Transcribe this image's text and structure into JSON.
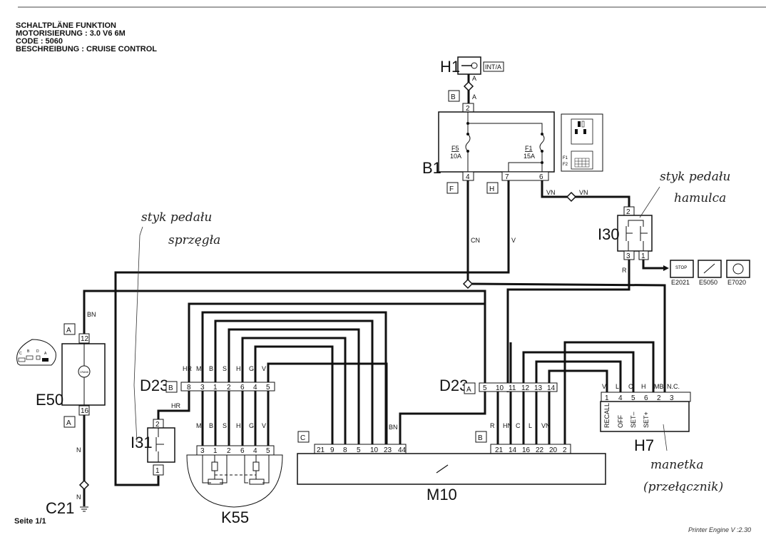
{
  "header": {
    "line1": "SCHALTPLÄNE FUNKTION",
    "line2": "MOTORISIERUNG : 3.0 V6 6M",
    "line3": "CODE : 5060",
    "line4": "BESCHREIBUNG : CRUISE CONTROL"
  },
  "components": {
    "H1": {
      "label": "H1",
      "tag": "INT/A"
    },
    "B1": {
      "label": "B1",
      "connector_top": "B",
      "pin_top": "2",
      "fuse_left": "F5",
      "fuse_left_rating": "10A",
      "fuse_right": "F1",
      "fuse_right_rating": "15A",
      "pins_bottom": [
        "4",
        "7",
        "6"
      ],
      "conn_f": "F",
      "conn_h": "H"
    },
    "I30": {
      "label": "I30",
      "pin_top": "2",
      "pins_bottom": [
        "3",
        "1"
      ]
    },
    "E50": {
      "label": "E50",
      "conn": "A",
      "pin_top": "12",
      "pin_bottom": "16",
      "icon_text": "CRANK",
      "plug_pins": [
        "C",
        "B",
        "D",
        "A"
      ]
    },
    "C21": {
      "label": "C21"
    },
    "I31": {
      "label": "I31",
      "pin_top": "2",
      "pin_bottom": "1"
    },
    "D23B": {
      "label": "D23",
      "conn": "B",
      "pins": [
        "8",
        "3",
        "1",
        "2",
        "6",
        "4",
        "5"
      ],
      "wires": [
        "HR",
        "M",
        "B",
        "S",
        "H",
        "G",
        "V"
      ]
    },
    "D23A": {
      "label": "D23",
      "conn": "A",
      "pins": [
        "5",
        "10",
        "11",
        "12",
        "13",
        "14"
      ]
    },
    "K55": {
      "label": "K55",
      "pins": [
        "3",
        "1",
        "2",
        "6",
        "4",
        "5"
      ],
      "wires": [
        "M",
        "B",
        "S",
        "H",
        "G",
        "V"
      ]
    },
    "M10": {
      "label": "M10",
      "connC": "C",
      "pinsC": [
        "21",
        "9",
        "8",
        "5",
        "10",
        "23",
        "44"
      ],
      "connB": "B",
      "pinsB": [
        "21",
        "14",
        "16",
        "22",
        "20",
        "2"
      ],
      "wiresB": [
        "R",
        "HN",
        "C",
        "L",
        "VN"
      ],
      "wireC": "BN"
    },
    "H7": {
      "label": "H7",
      "pins": [
        "1",
        "4",
        "5",
        "6",
        "2",
        "3"
      ],
      "wires": [
        "V",
        "L",
        "C",
        "H",
        "MB",
        "N.C."
      ],
      "functions": [
        "RECALL",
        "OFF",
        "SET–",
        "SET+"
      ]
    },
    "E2021": {
      "label": "E2021",
      "icon_text": "STOP"
    },
    "E5050": {
      "label": "E5050"
    },
    "E7020": {
      "label": "E7020"
    }
  },
  "wire_labels": {
    "h1_a_top": "A",
    "h1_a_bot": "A",
    "cn": "CN",
    "v": "V",
    "vn1": "VN",
    "vn2": "VN",
    "r": "R",
    "bn": "BN",
    "n1": "N",
    "n2": "N",
    "hr": "HR"
  },
  "handwritten": {
    "clutch_1": "styk pedału",
    "clutch_2": "sprzęgła",
    "brake_1": "styk pedału",
    "brake_2": "hamulca",
    "lever_1": "manetka",
    "lever_2": "(przełącznik)"
  },
  "footer": {
    "page": "Seite 1/1",
    "printer": "Printer Engine V :2.30"
  }
}
